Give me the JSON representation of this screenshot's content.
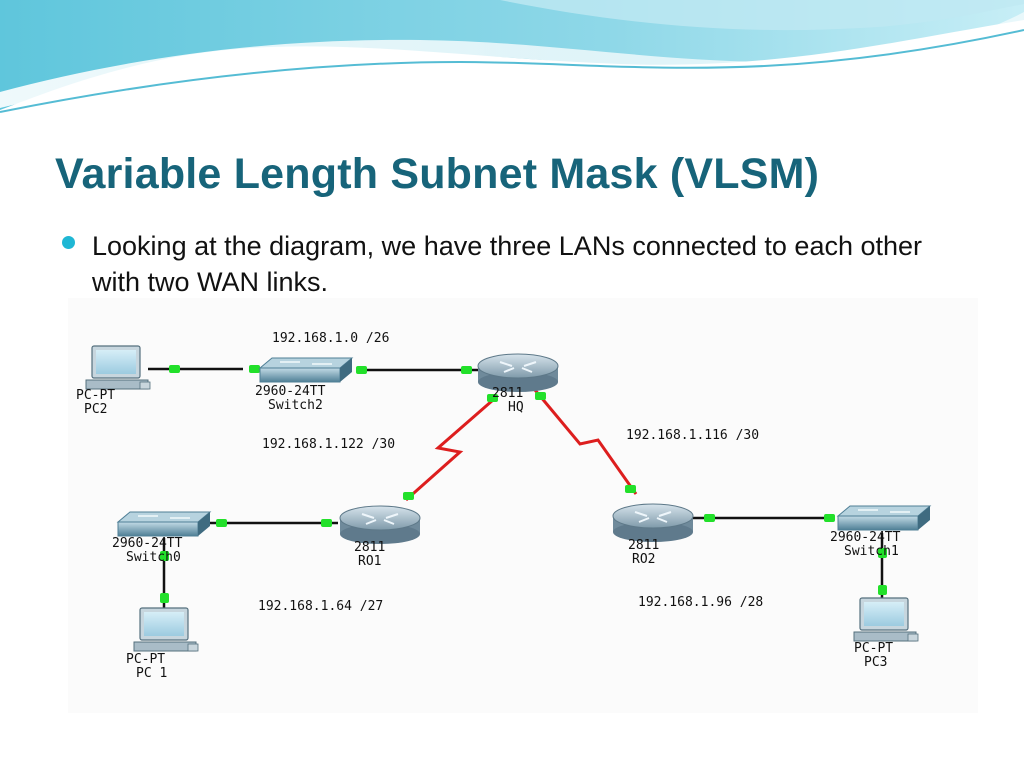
{
  "slide": {
    "title": "Variable Length Subnet Mask (VLSM)",
    "bullet": "Looking at the diagram, we have three LANs connected to each other with two WAN links."
  },
  "colors": {
    "title": "#17647a",
    "bullet": "#1fb7d4",
    "wan_link": "#dd1e1e",
    "port_light": "#22e02a",
    "ethernet": "#111111"
  },
  "diagram": {
    "devices": {
      "pc2": {
        "type_label": "PC-PT",
        "name": "PC2",
        "icon": "pc-icon"
      },
      "switch2": {
        "type_label": "2960-24TT",
        "name": "Switch2",
        "icon": "switch-icon"
      },
      "hq": {
        "type_label": "2811",
        "name": "HQ",
        "icon": "router-icon"
      },
      "switch0": {
        "type_label": "2960-24TT",
        "name": "Switch0",
        "icon": "switch-icon"
      },
      "pc1": {
        "type_label": "PC-PT",
        "name": "PC 1",
        "icon": "pc-icon"
      },
      "ro1": {
        "type_label": "2811",
        "name": "RO1",
        "icon": "router-icon"
      },
      "ro2": {
        "type_label": "2811",
        "name": "RO2",
        "icon": "router-icon"
      },
      "switch1": {
        "type_label": "2960-24TT",
        "name": "Switch1",
        "icon": "switch-icon"
      },
      "pc3": {
        "type_label": "PC-PT",
        "name": "PC3",
        "icon": "pc-icon"
      }
    },
    "networks": {
      "lan_hq": "192.168.1.0 /26",
      "wan_ro1": "192.168.1.122 /30",
      "wan_ro2": "192.168.1.116 /30",
      "lan_ro1": "192.168.1.64 /27",
      "lan_ro2": "192.168.1.96 /28"
    }
  }
}
